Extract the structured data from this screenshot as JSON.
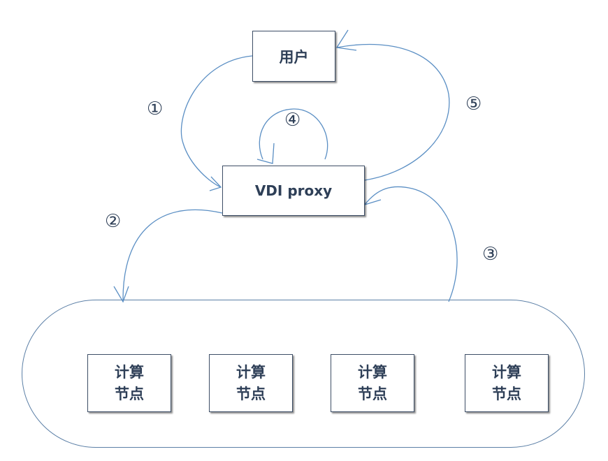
{
  "diagram": {
    "user_label": "用户",
    "proxy_label": "VDI proxy",
    "compute_nodes": [
      {
        "line1": "计算",
        "line2": "节点"
      },
      {
        "line1": "计算",
        "line2": "节点"
      },
      {
        "line1": "计算",
        "line2": "节点"
      },
      {
        "line1": "计算",
        "line2": "节点"
      }
    ],
    "steps": [
      "①",
      "②",
      "③",
      "④",
      "⑤"
    ],
    "colors": {
      "box_border": "#3d4e66",
      "text": "#2e3f57",
      "arrow": "#5b8fc4",
      "cluster_border": "#5b7fa6"
    }
  }
}
